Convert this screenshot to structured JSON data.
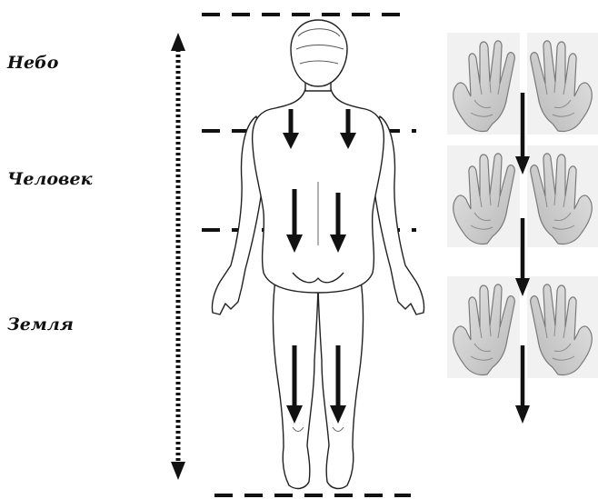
{
  "labels": {
    "top": "Небо",
    "middle": "Человек",
    "bottom": "Земля"
  },
  "colors": {
    "ink": "#111111",
    "background": "#ffffff",
    "hand_fill": "#d4d4d4",
    "hand_shadow": "#9a9a9a"
  },
  "icons": {
    "figure": "human-back-view-icon",
    "hands": "hand-icon",
    "arrows": "arrow-down-icon"
  }
}
